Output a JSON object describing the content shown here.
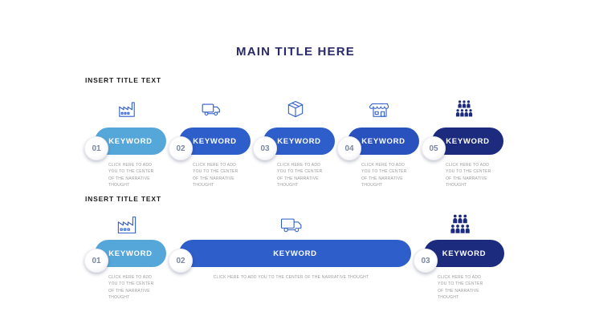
{
  "title": "MAIN TITLE HERE",
  "palette": {
    "light_blue": "#56A7D9",
    "royal_blue": "#2E5EC9",
    "royal_blue_dark": "#2A52BE",
    "navy": "#1C2B7E",
    "number_gray": "#7A87A0",
    "caption_gray": "#9A9A9A",
    "title_navy": "#2A2A68",
    "icon_blue": "#2E5EC9"
  },
  "sections": [
    {
      "title": "INSERT TITLE TEXT",
      "icons": [
        "factory-icon",
        "truck-icon",
        "box-icon",
        "store-icon",
        "audience-icon"
      ],
      "items": [
        {
          "number": "01",
          "label": "KEYWORD",
          "caption": "CLICK HERE TO ADD YOU TO THE CENTER OF THE NARRATIVE THOUGHT"
        },
        {
          "number": "02",
          "label": "KEYWORD",
          "caption": "CLICK HERE TO ADD YOU TO THE CENTER OF THE NARRATIVE THOUGHT"
        },
        {
          "number": "03",
          "label": "KEYWORD",
          "caption": "CLICK HERE TO ADD YOU TO THE CENTER OF THE NARRATIVE THOUGHT"
        },
        {
          "number": "04",
          "label": "KEYWORD",
          "caption": "CLICK HERE TO ADD YOU TO THE CENTER OF THE NARRATIVE THOUGHT"
        },
        {
          "number": "05",
          "label": "KEYWORD",
          "caption": "CLICK HERE TO ADD YOU TO THE CENTER OF THE NARRATIVE THOUGHT"
        }
      ]
    },
    {
      "title": "INSERT TITLE TEXT",
      "icons": [
        "factory-icon",
        "truck-icon",
        "audience-icon"
      ],
      "items": [
        {
          "number": "01",
          "label": "KEYWORD",
          "caption": "CLICK HERE TO ADD YOU TO THE CENTER OF THE NARRATIVE THOUGHT"
        },
        {
          "number": "02",
          "label": "KEYWORD",
          "caption": "CLICK HERE TO ADD YOU TO THE CENTER OF THE NARRATIVE THOUGHT"
        },
        {
          "number": "03",
          "label": "KEYWORD",
          "caption": "CLICK HERE TO ADD YOU TO THE CENTER OF THE NARRATIVE THOUGHT"
        }
      ]
    }
  ]
}
